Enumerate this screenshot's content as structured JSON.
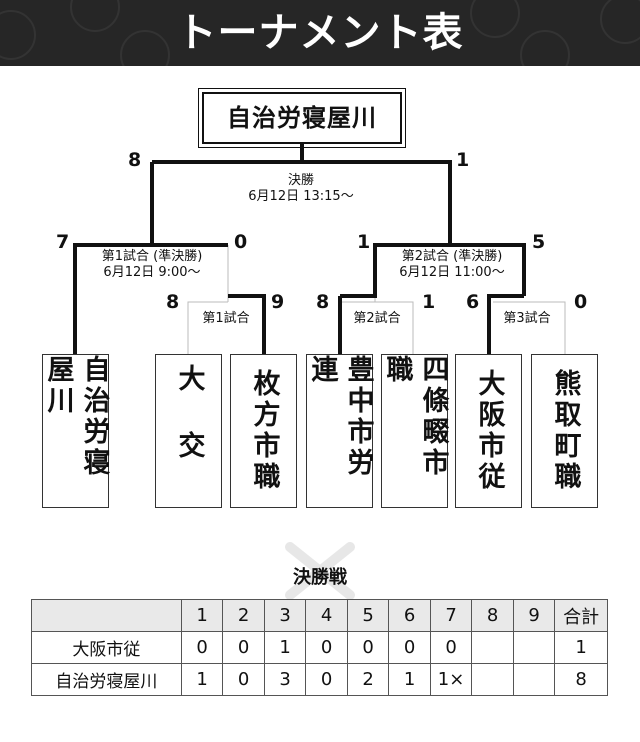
{
  "header": {
    "title": "トーナメント表"
  },
  "champion": "自治労寝屋川",
  "final": {
    "label": "決勝",
    "datetime": "6月12日 13:15〜",
    "score_left": "8",
    "score_right": "1"
  },
  "semi1": {
    "label": "第1試合 (準決勝)",
    "datetime": "6月12日 9:00〜",
    "score_left": "7",
    "score_right": "0"
  },
  "semi2": {
    "label": "第2試合 (準決勝)",
    "datetime": "6月12日 11:00〜",
    "score_left": "1",
    "score_right": "5"
  },
  "r1": [
    {
      "label": "第1試合",
      "score_left": "8",
      "score_right": "9"
    },
    {
      "label": "第2試合",
      "score_left": "8",
      "score_right": "1"
    },
    {
      "label": "第3試合",
      "score_left": "6",
      "score_right": "0"
    }
  ],
  "teams": [
    "自治労寝屋川",
    "大交",
    "枚方市職",
    "豊中市労連",
    "四條畷市職",
    "大阪市従",
    "熊取町職"
  ],
  "scoreboard": {
    "title": "決勝戦",
    "headers": [
      "",
      "1",
      "2",
      "3",
      "4",
      "5",
      "6",
      "7",
      "8",
      "9",
      "合計"
    ],
    "rows": [
      [
        "大阪市従",
        "0",
        "0",
        "1",
        "0",
        "0",
        "0",
        "0",
        "",
        "",
        "1"
      ],
      [
        "自治労寝屋川",
        "1",
        "0",
        "3",
        "0",
        "2",
        "1",
        "1×",
        "",
        "",
        "8"
      ]
    ]
  }
}
